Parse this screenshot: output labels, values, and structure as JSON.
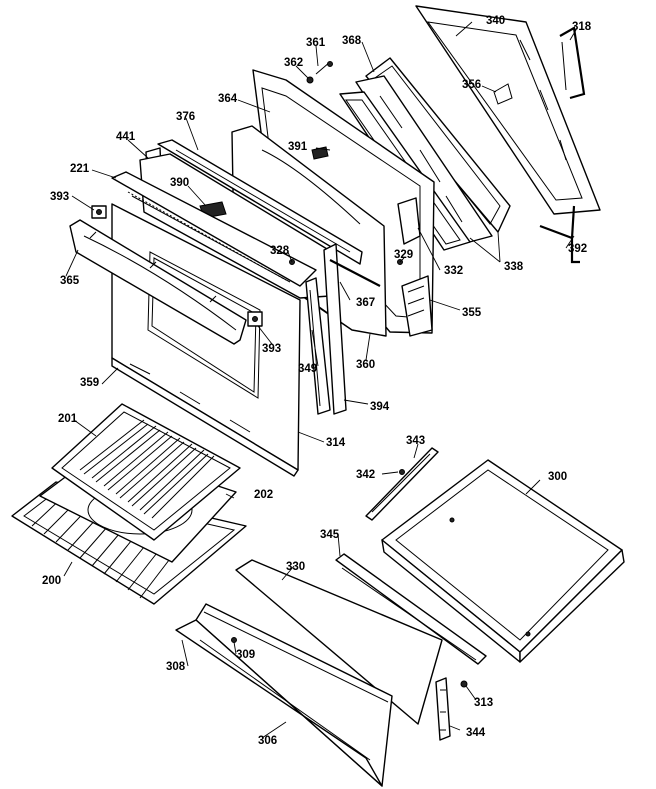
{
  "diagram": {
    "ink_color": "#000000",
    "paper_color": "#ffffff",
    "part_numbers": {
      "p200": "200",
      "p201": "201",
      "p202": "202",
      "p221": "221",
      "p300": "300",
      "p306": "306",
      "p308": "308",
      "p309": "309",
      "p313": "313",
      "p314": "314",
      "p318": "318",
      "p328": "328",
      "p329": "329",
      "p330": "330",
      "p332": "332",
      "p338": "338",
      "p340": "340",
      "p342": "342",
      "p343": "343",
      "p344": "344",
      "p345": "345",
      "p349": "349",
      "p355": "355",
      "p356": "356",
      "p359": "359",
      "p360": "360",
      "p361": "361",
      "p362": "362",
      "p364": "364",
      "p365": "365",
      "p367": "367",
      "p368": "368",
      "p376": "376",
      "p390": "390",
      "p391": "391",
      "p392": "392",
      "p393a": "393",
      "p393b": "393",
      "p394": "394",
      "p441": "441"
    }
  }
}
